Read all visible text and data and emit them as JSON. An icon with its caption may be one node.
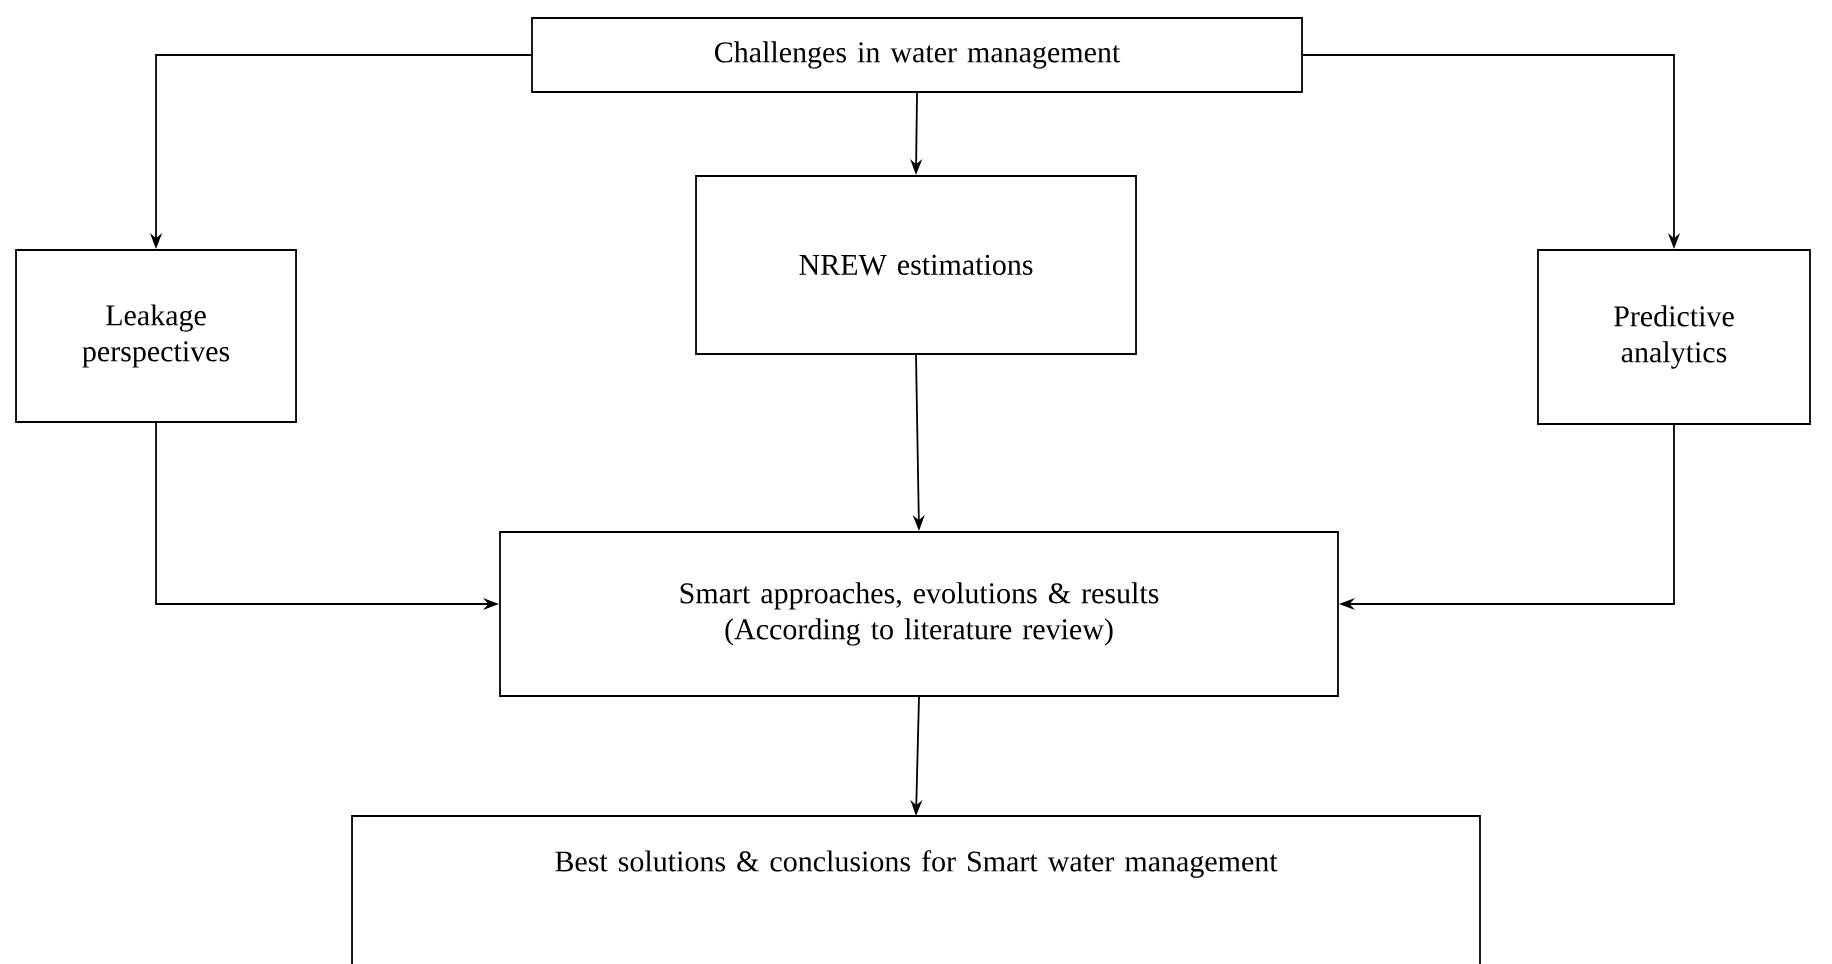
{
  "diagram": {
    "nodes": [
      {
        "text": [
          "Challenges in water management"
        ]
      },
      {
        "text": [
          "Leakage perspectives"
        ]
      },
      {
        "text": [
          "NREW estimations"
        ]
      },
      {
        "text": [
          "Predictive analytics"
        ]
      },
      {
        "text": [
          "Smart approaches, evolutions & results",
          "(According to literature review)"
        ]
      },
      {
        "text": [
          "Best solutions & conclusions for Smart water management"
        ]
      }
    ],
    "edges": [
      {
        "from": 0,
        "to": 1,
        "arrow": "to"
      },
      {
        "from": 0,
        "to": 2,
        "arrow": "to"
      },
      {
        "from": 0,
        "to": 3,
        "arrow": "to"
      },
      {
        "from": 1,
        "to": 4,
        "arrow": "to"
      },
      {
        "from": 2,
        "to": 4,
        "arrow": "to"
      },
      {
        "from": 3,
        "to": 4,
        "arrow": "to"
      },
      {
        "from": 4,
        "to": 5,
        "arrow": "to"
      }
    ]
  }
}
